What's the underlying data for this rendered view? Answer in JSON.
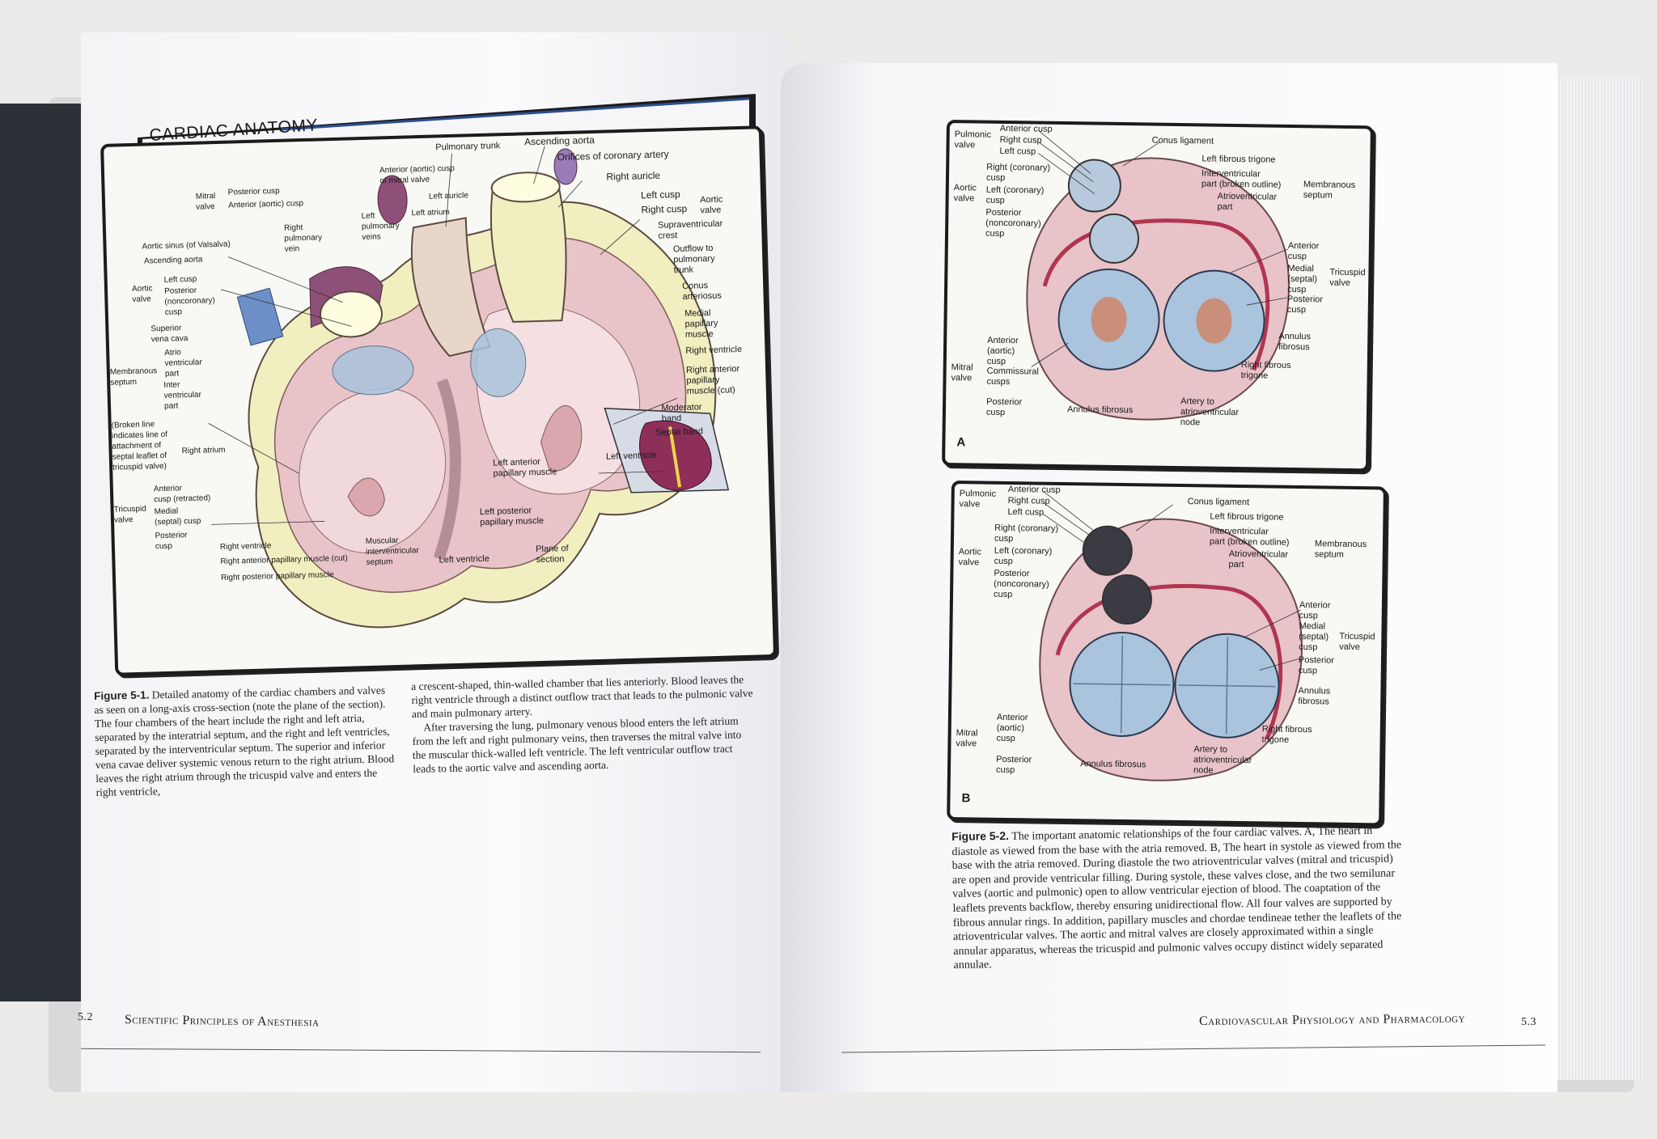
{
  "left_page": {
    "section_title": "CARDIAC ANATOMY",
    "figure_labels": [
      "Pulmonary trunk",
      "Ascending aorta",
      "Anterior (aortic) cusp\nof mitral valve",
      "Orifices of coronary artery",
      "Right auricle",
      "Left cusp",
      "Right cusp",
      "Aortic\nvalve",
      "Mitral\nvalve",
      "Posterior cusp",
      "Anterior (aortic) cusp",
      "Left auricle",
      "Left atrium",
      "Left\npulmonary\nveins",
      "Right\npulmonary\nvein",
      "Aortic sinus (of Valsalva)",
      "Ascending aorta",
      "Supraventricular\ncrest",
      "Outflow to\npulmonary\ntrunk",
      "Aortic\nvalve",
      "Left cusp",
      "Posterior\n(noncoronary)\ncusp",
      "Conus\narteriosus",
      "Medial\npapillary\nmuscle",
      "Superior\nvena cava",
      "Right ventricle",
      "Atrio\nventricular\npart",
      "Membranous\nseptum",
      "Inter\nventricular\npart",
      "Right anterior\npapillary\nmuscle (cut)",
      "Moderator\nband",
      "(Broken line\nindicates line of\nattachment of\nseptal leaflet of\ntricuspid valve)",
      "Septal band",
      "Right atrium",
      "Left ventricle",
      "Left anterior\npapillary muscle",
      "Anterior\ncusp (retracted)",
      "Tricuspid\nvalve",
      "Medial\n(septal) cusp",
      "Posterior\ncusp",
      "Left posterior\npapillary muscle",
      "Right ventricle",
      "Right anterior papillary muscle (cut)",
      "Right posterior papillary muscle",
      "Muscular\ninterventricular\nseptum",
      "Left ventricle",
      "Plane of\nsection"
    ],
    "caption_label": "Figure 5-1.",
    "caption_col1": "Detailed anatomy of the cardiac chambers and valves as seen on a long-axis cross-section (note the plane of the section). The four chambers of the heart include the right and left atria, separated by the interatrial septum, and the right and left ventricles, separated by the interventricular septum. The superior and inferior vena cavae deliver systemic venous return to the right atrium. Blood leaves the right atrium through the tricuspid valve and enters the right ventricle,",
    "caption_col2a": "a crescent-shaped, thin-walled chamber that lies anteriorly. Blood leaves the right ventricle through a distinct outflow tract that leads to the pulmonic valve and main pulmonary artery.",
    "caption_col2b": "After traversing the lung, pulmonary venous blood enters the left atrium from the left and right pulmonary veins, then traverses the mitral valve into the muscular thick-walled left ventricle. The left ventricular outflow tract leads to the aortic valve and ascending aorta.",
    "page_number": "5.2",
    "running_head": "Scientific Principles of Anesthesia"
  },
  "right_page": {
    "panel_a": {
      "letter": "A",
      "labels": [
        "Pulmonic\nvalve",
        "Anterior cusp",
        "Right cusp",
        "Left cusp",
        "Conus ligament",
        "Left fibrous trigone",
        "Right (coronary)\ncusp",
        "Interventricular\npart (broken outline)",
        "Aortic\nvalve",
        "Left (coronary)\ncusp",
        "Atrioventricular\npart",
        "Membranous\nseptum",
        "Posterior\n(noncoronary)\ncusp",
        "Anterior\ncusp",
        "Medial\n(septal)\ncusp",
        "Tricuspid\nvalve",
        "Posterior\ncusp",
        "Anterior\n(aortic)\ncusp",
        "Annulus\nfibrosus",
        "Mitral\nvalve",
        "Commissural\ncusps",
        "Right fibrous\ntrigone",
        "Posterior\ncusp",
        "Annulus fibrosus",
        "Artery to\natrioventricular\nnode"
      ]
    },
    "panel_b": {
      "letter": "B",
      "labels": [
        "Pulmonic\nvalve",
        "Anterior cusp",
        "Right cusp",
        "Left cusp",
        "Conus ligament",
        "Left fibrous trigone",
        "Right (coronary)\ncusp",
        "Interventricular\npart (broken outline)",
        "Membranous\nseptum",
        "Aortic\nvalve",
        "Left (coronary)\ncusp",
        "Atrioventricular\npart",
        "Posterior\n(noncoronary)\ncusp",
        "Anterior\ncusp",
        "Medial\n(septal)\ncusp",
        "Tricuspid\nvalve",
        "Posterior\ncusp",
        "Annulus\nfibrosus",
        "Anterior\n(aortic)\ncusp",
        "Mitral\nvalve",
        "Right fibrous\ntrigone",
        "Posterior\ncusp",
        "Annulus fibrosus",
        "Artery to\natrioventricular\nnode"
      ]
    },
    "caption_label": "Figure 5-2.",
    "caption": "The important anatomic relationships of the four cardiac valves. A, The heart in diastole as viewed from the base with the atria removed. B, The heart in systole as viewed from the base with the atria removed. During diastole the two atrioventricular valves (mitral and tricuspid) are open and provide ventricular filling. During systole, these valves close, and the two semilunar valves (aortic and pulmonic) open to allow ventricular ejection of blood. The coaptation of the leaflets prevents backflow, thereby ensuring unidirectional flow. All four valves are supported by fibrous annular rings. In addition, papillary muscles and chordae tendineae tether the leaflets of the atrioventricular valves. The aortic and mitral valves are closely approximated within a single annular apparatus, whereas the tricuspid and pulmonic valves occupy distinct widely separated annulae.",
    "page_number": "5.3",
    "running_head": "Cardiovascular Physiology and Pharmacology"
  },
  "colors": {
    "myocardium_pink": "#e8c3c8",
    "vessel_purple": "#8e4f78",
    "vessel_blue": "#6d8fc8",
    "fat_yellow": "#f1eec0",
    "valve_blue": "#a9c4dc",
    "frame": "#1c1c1c"
  }
}
